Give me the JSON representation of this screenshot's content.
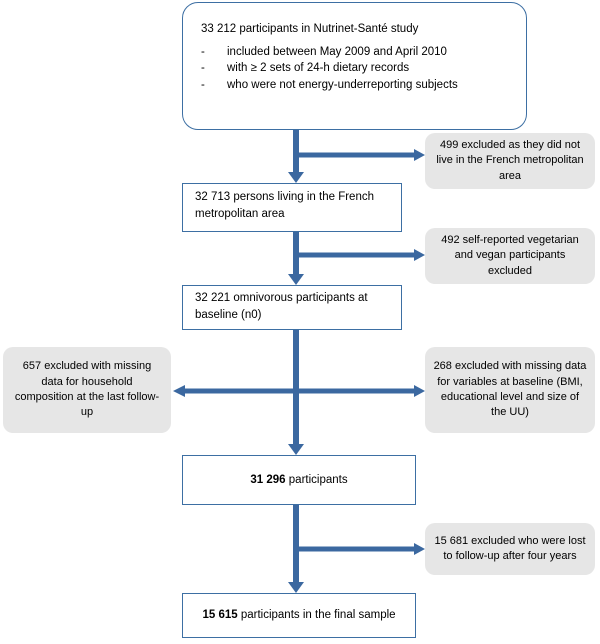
{
  "main_boxes": {
    "start": {
      "title": "33 212 participants in Nutrinet-Santé study",
      "criteria": [
        "included between May 2009 and April 2010",
        "with ≥ 2 sets of 24-h dietary records",
        "who were not energy-underreporting subjects"
      ]
    },
    "metropolitan": {
      "text": "32 713 persons living in the French metropolitan area"
    },
    "omnivorous": {
      "text": "32 221 omnivorous participants at baseline (n0)"
    },
    "participants": {
      "number": "31 296",
      "text": "participants"
    },
    "final": {
      "number": "15 615",
      "text": "participants in the final sample"
    }
  },
  "exclusions": {
    "not_metropolitan": "499 excluded as they did not live in the French metropolitan area",
    "vegetarian": "492 self-reported vegetarian and vegan participants excluded",
    "household": "657 excluded with missing data for household composition at the last follow-up",
    "baseline_vars": "268 excluded with missing data for variables at baseline (BMI, educational level and size of the UU)",
    "lost_followup": "15 681 excluded who were lost to follow-up after four years"
  },
  "colors": {
    "arrow": "#3b68a0",
    "box_border": "#3d6fa3",
    "exclusion_fill": "#e6e6e6"
  },
  "criteria_bullet": "-"
}
